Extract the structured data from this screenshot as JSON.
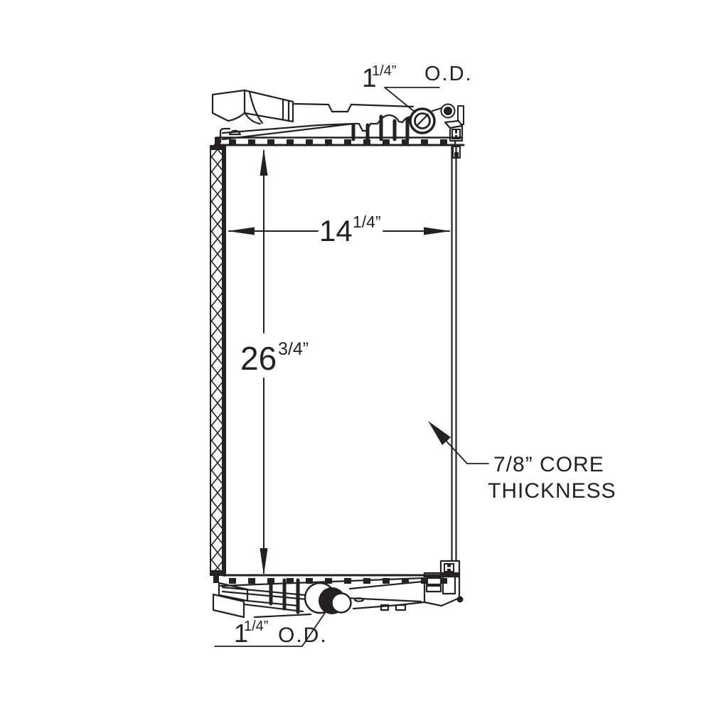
{
  "page": {
    "background": "#ffffff",
    "ink_color": "#262121",
    "subject": "radiator-technical-drawing"
  },
  "annotations": {
    "top_outlet": {
      "whole": "1",
      "fraction": "1/4”",
      "od": "O.D."
    },
    "core_width": {
      "whole": "14",
      "fraction": "1/4”"
    },
    "core_height": {
      "whole": "26",
      "fraction": "3/4”"
    },
    "core_thickness": {
      "line1": "7/8” CORE",
      "line2": "THICKNESS"
    },
    "bottom_outlet": {
      "whole": "1",
      "fraction": "1/4”",
      "od": "O.D."
    }
  }
}
